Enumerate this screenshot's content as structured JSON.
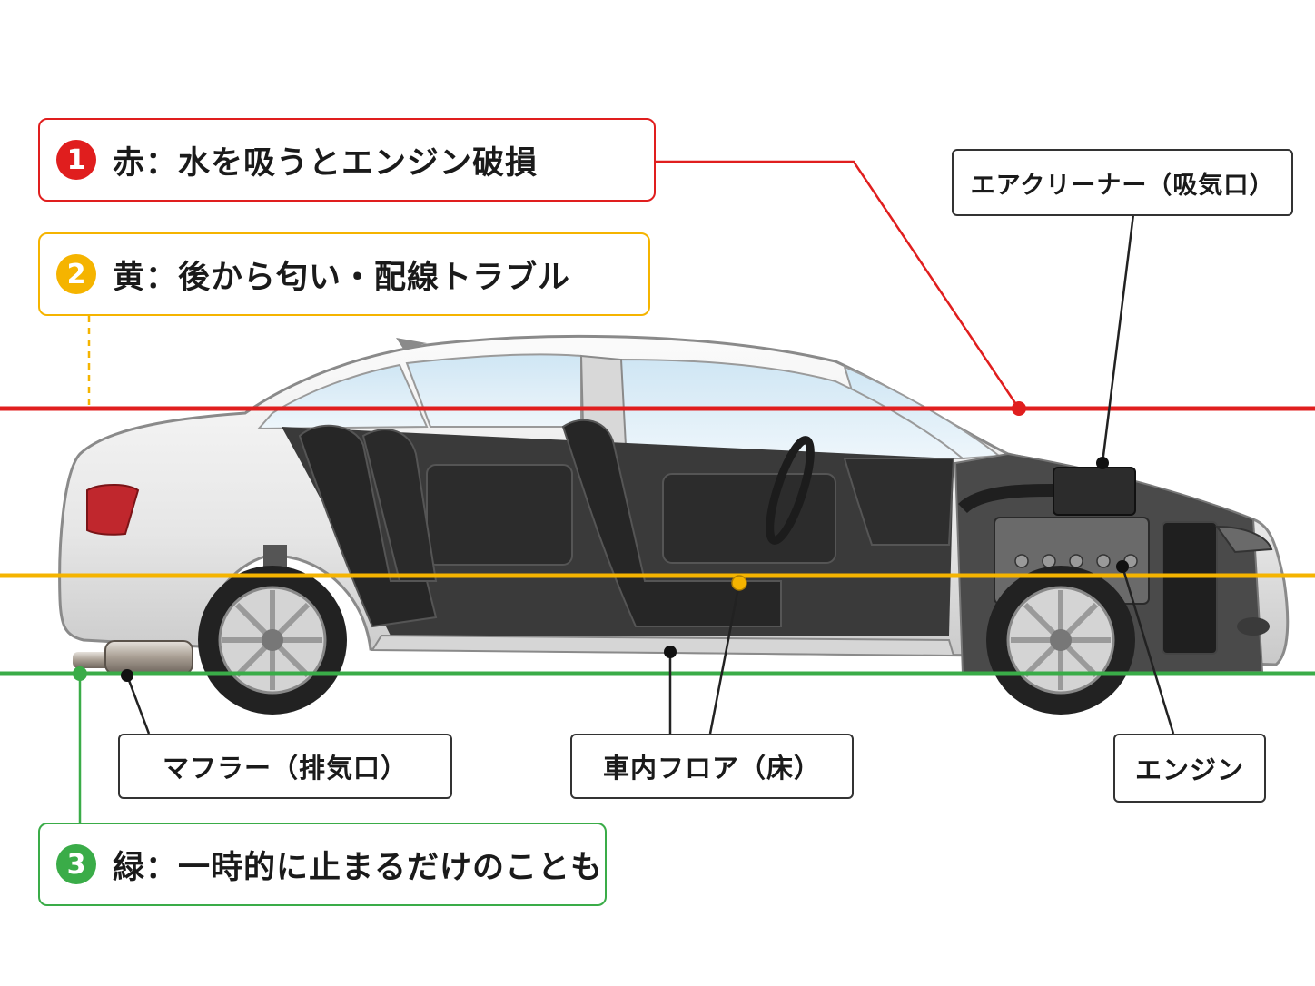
{
  "levels": [
    {
      "num": "1",
      "text": "赤：水を吸うとエンジン破損",
      "color": "#e01e1e"
    },
    {
      "num": "2",
      "text": "黄：後から匂い・配線トラブル",
      "color": "#f5b400"
    },
    {
      "num": "3",
      "text": "緑：一時的に止まるだけのことも",
      "color": "#3aac48"
    }
  ],
  "parts": {
    "air_cleaner": "エアクリーナー（吸気口）",
    "muffler": "マフラー（排気口）",
    "floor": "車内フロア（床）",
    "engine": "エンジン"
  },
  "colors": {
    "car_body": "#efefef",
    "interior": "#3a3a3a",
    "glass": "#dcecf6"
  }
}
